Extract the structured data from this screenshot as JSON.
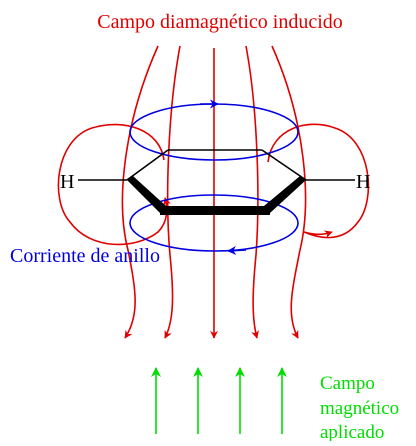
{
  "diagram": {
    "induced_field_label": "Campo diamagnético inducido",
    "ring_current_label": "Corriente de anillo",
    "applied_field_label": [
      "Campo",
      "magnético",
      "aplicado"
    ],
    "hydrogen_left": "H",
    "hydrogen_right": "H"
  },
  "colors": {
    "induced_field": "#e00000",
    "ring_current": "#0000e0",
    "applied_field": "#00dd00",
    "molecule": "#000000",
    "background": "#ffffff"
  }
}
